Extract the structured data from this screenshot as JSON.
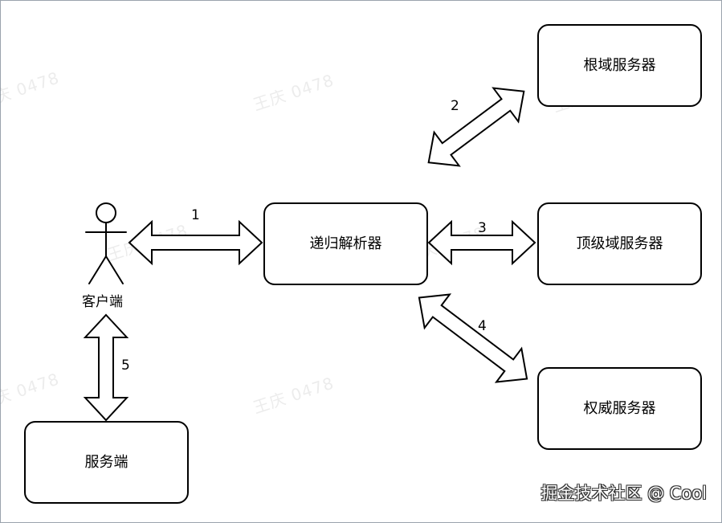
{
  "diagram": {
    "nodes": {
      "client": "客户端",
      "resolver": "递归解析器",
      "root": "根域服务器",
      "tld": "顶级域服务器",
      "auth": "权威服务器",
      "server": "服务端"
    },
    "edges": [
      {
        "label": "1",
        "from": "client",
        "to": "resolver"
      },
      {
        "label": "2",
        "from": "resolver",
        "to": "root"
      },
      {
        "label": "3",
        "from": "resolver",
        "to": "tld"
      },
      {
        "label": "4",
        "from": "resolver",
        "to": "auth"
      },
      {
        "label": "5",
        "from": "client",
        "to": "server"
      }
    ]
  },
  "watermark": "王庆 0478",
  "credit": "掘金技术社区 @ Cool",
  "colors": {
    "stroke": "#000000",
    "background": "#ffffff",
    "border": "#9aa3ad"
  }
}
